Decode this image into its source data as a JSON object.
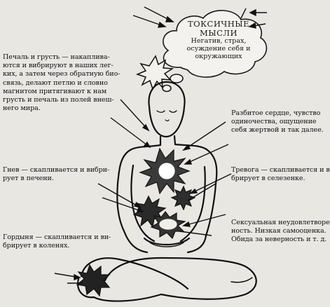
{
  "thought_cloud": {
    "title_lines": [
      "ТОКСИЧНЫЕ",
      "МЫСЛИ"
    ],
    "lines": [
      "Негатив, страх,",
      "осуждение себя и",
      "окружающих"
    ]
  },
  "labels": {
    "sadness": [
      "Печаль и грусть — накаплива-",
      "ются и вибрируют в наших лег-",
      "ких, а затем через обратную био-",
      "связь, делают петлю и словно",
      "магнитом притягивают к нам",
      "грусть и печаль из полей внеш-",
      "него мира."
    ],
    "anger": [
      "Гнев — скапливается и вибри-",
      "рует в печени."
    ],
    "pride": [
      "Гордыня — скапливается и ви-",
      "брирует в коленях."
    ],
    "heart": [
      "Разбитое сердце, чувство",
      "одиночества, ощущение",
      "себя жертвой и так далее."
    ],
    "anxiety": [
      "Тревога — скапливается и ви-",
      "брирует в селезенке."
    ],
    "sexual": [
      "Сексуальная неудовлетворен-",
      "ность. Низкая самооценка.",
      "Обида за неверность и т. д."
    ]
  }
}
